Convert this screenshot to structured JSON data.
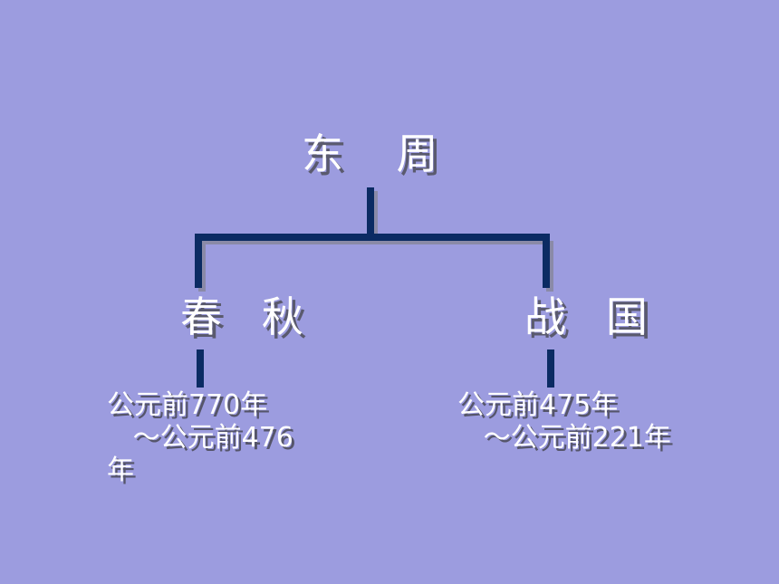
{
  "colors": {
    "background": "#9c9cdf",
    "line": "#0b2b63",
    "text": "#ffffff",
    "shadow": "#5a5a6e"
  },
  "root": {
    "title": "东    周"
  },
  "left": {
    "title": "春   秋",
    "period": "公元前770年\n   ～公元前476年"
  },
  "right": {
    "title": "战   国",
    "period": "公元前475年\n   ～公元前221年"
  }
}
